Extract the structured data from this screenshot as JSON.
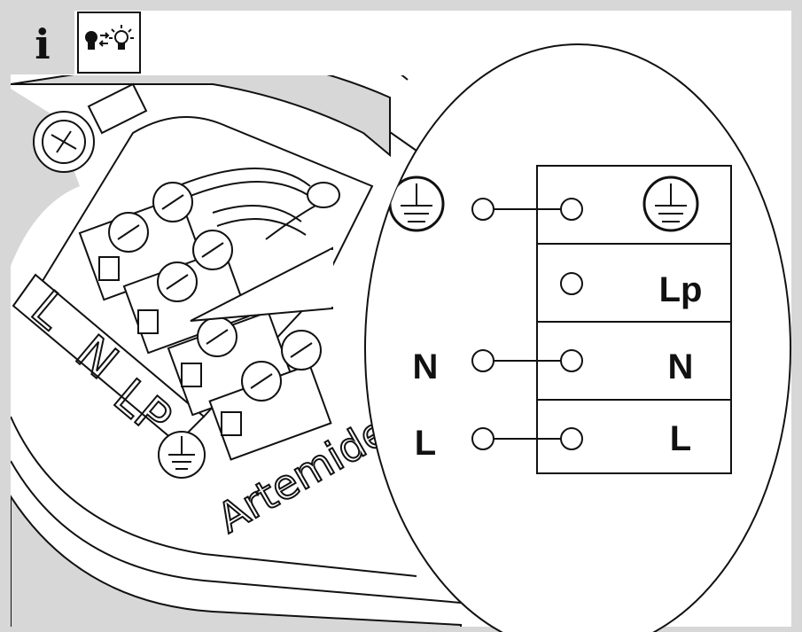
{
  "info_badge": {
    "letter": "i",
    "icon": "lamp-switch-icon"
  },
  "colors": {
    "frame_gray": "#d7d7d7",
    "line": "#111111",
    "background": "#ffffff"
  },
  "base_markings": {
    "letters": [
      "L",
      "N",
      "LP"
    ],
    "brand": "Artemide"
  },
  "wiring_table": {
    "rows": [
      {
        "terminal": "earth",
        "symbol": "earth-ground-icon",
        "supply": "earth-ground-icon",
        "connected": true
      },
      {
        "terminal": "Lp",
        "supply": "",
        "connected": false
      },
      {
        "terminal": "N",
        "supply": "N",
        "connected": true
      },
      {
        "terminal": "L",
        "supply": "L",
        "connected": true
      }
    ]
  }
}
